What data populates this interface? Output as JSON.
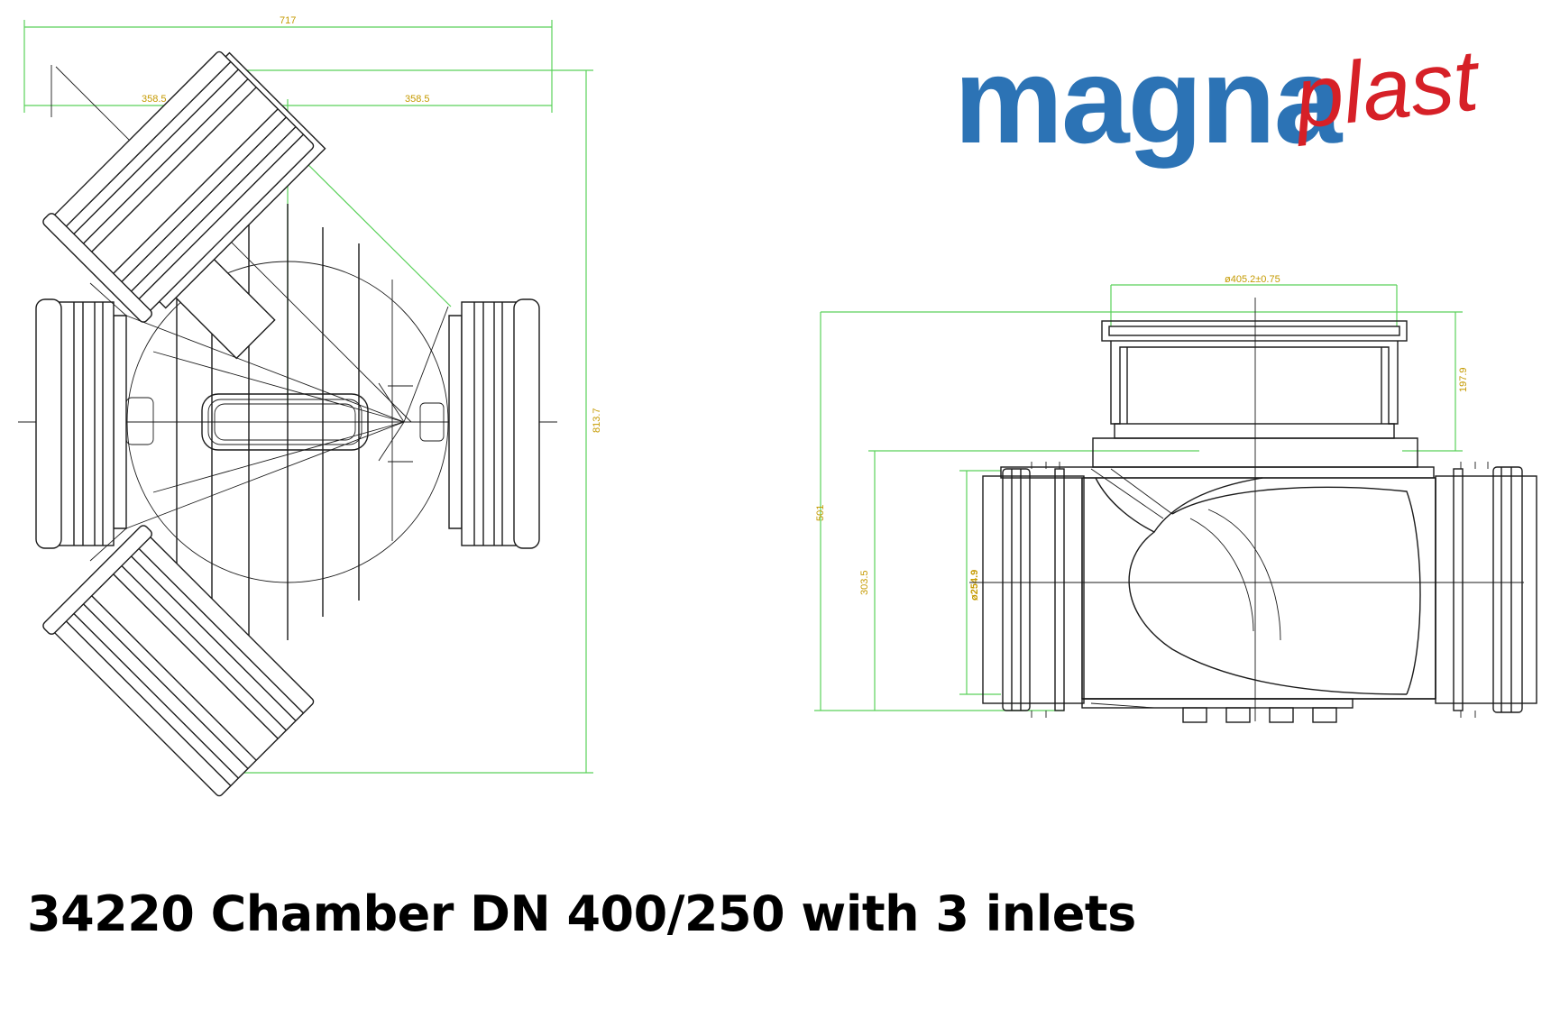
{
  "logo": {
    "magna": "magna",
    "plast": "plast",
    "colors": {
      "magna": "#2c73b5",
      "plast": "#d62027"
    }
  },
  "caption": "34220 Chamber DN 400/250 with 3 inlets",
  "top_view": {
    "dimensions": {
      "overall_width": "717",
      "half_left": "358.5",
      "half_right": "358.5",
      "overall_height": "813.7"
    }
  },
  "side_view": {
    "dimensions": {
      "riser_diameter": "ø405.2±0.75",
      "riser_height": "197.9",
      "total_height": "501",
      "axis_height": "303.5",
      "pipe_diameter": "ø254.9"
    }
  },
  "colors": {
    "dimension_line": "#5ad15a",
    "dimension_text": "#c59a00",
    "ink": "#1b1b1b"
  }
}
